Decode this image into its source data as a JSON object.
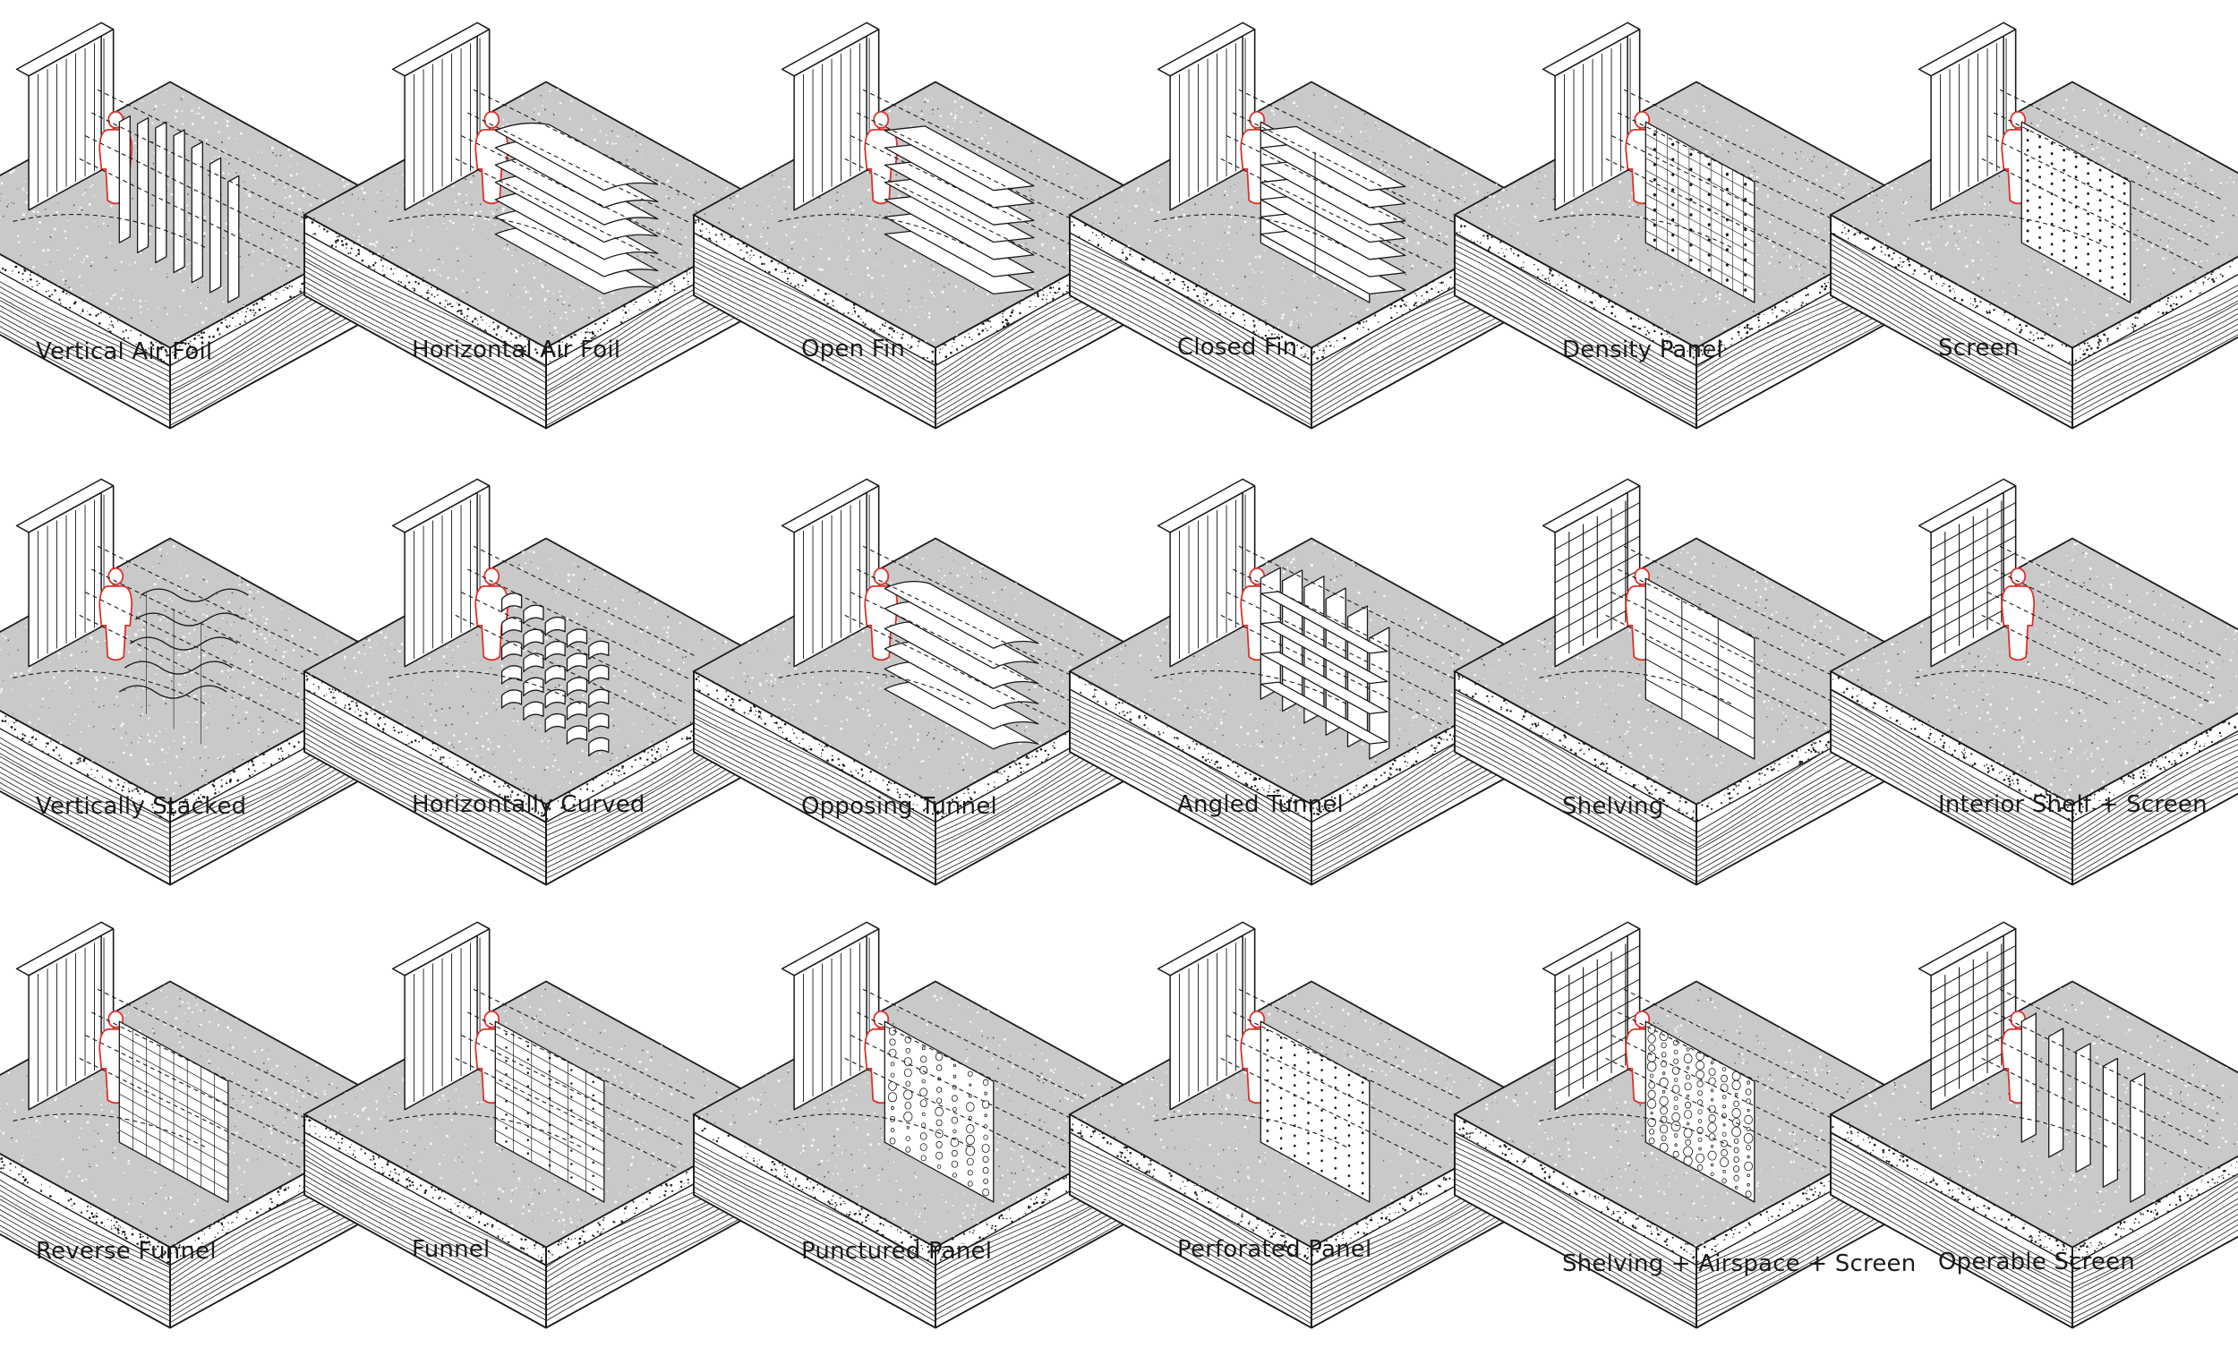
{
  "diagram": {
    "rows": [
      {
        "cells": [
          {
            "label": "Vertical Air Foil",
            "device": "vertical-air-foil"
          },
          {
            "label": "Horizontal Air Foil",
            "device": "horizontal-air-foil"
          },
          {
            "label": "Open Fin",
            "device": "open-fin"
          },
          {
            "label": "Closed Fin",
            "device": "closed-fin"
          },
          {
            "label": "Density Panel",
            "device": "density-panel"
          },
          {
            "label": "Screen",
            "device": "screen"
          }
        ]
      },
      {
        "cells": [
          {
            "label": "Vertically Stacked",
            "device": "vertically-stacked"
          },
          {
            "label": "Horizontally Curved",
            "device": "horizontally-curved"
          },
          {
            "label": "Opposing Tunnel",
            "device": "opposing-tunnel"
          },
          {
            "label": "Angled Tunnel",
            "device": "angled-tunnel"
          },
          {
            "label": "Shelving",
            "device": "shelving"
          },
          {
            "label": "Interior Shelf + Screen",
            "device": "interior-shelf-screen"
          }
        ]
      },
      {
        "cells": [
          {
            "label": "Reverse Funnel",
            "device": "reverse-funnel"
          },
          {
            "label": "Funnel",
            "device": "funnel"
          },
          {
            "label": "Punctured Panel",
            "device": "punctured-panel"
          },
          {
            "label": "Perforated Panel",
            "device": "perforated-panel"
          },
          {
            "label": "Shelving + Airspace + Screen",
            "device": "shelving-airspace-screen"
          },
          {
            "label": "Operable Screen",
            "device": "operable-screen"
          }
        ]
      }
    ],
    "colors": {
      "ink": "#1a1a1a",
      "ground": "#c9c9c9",
      "figure": "#e0302a",
      "paper": "#ffffff"
    }
  }
}
